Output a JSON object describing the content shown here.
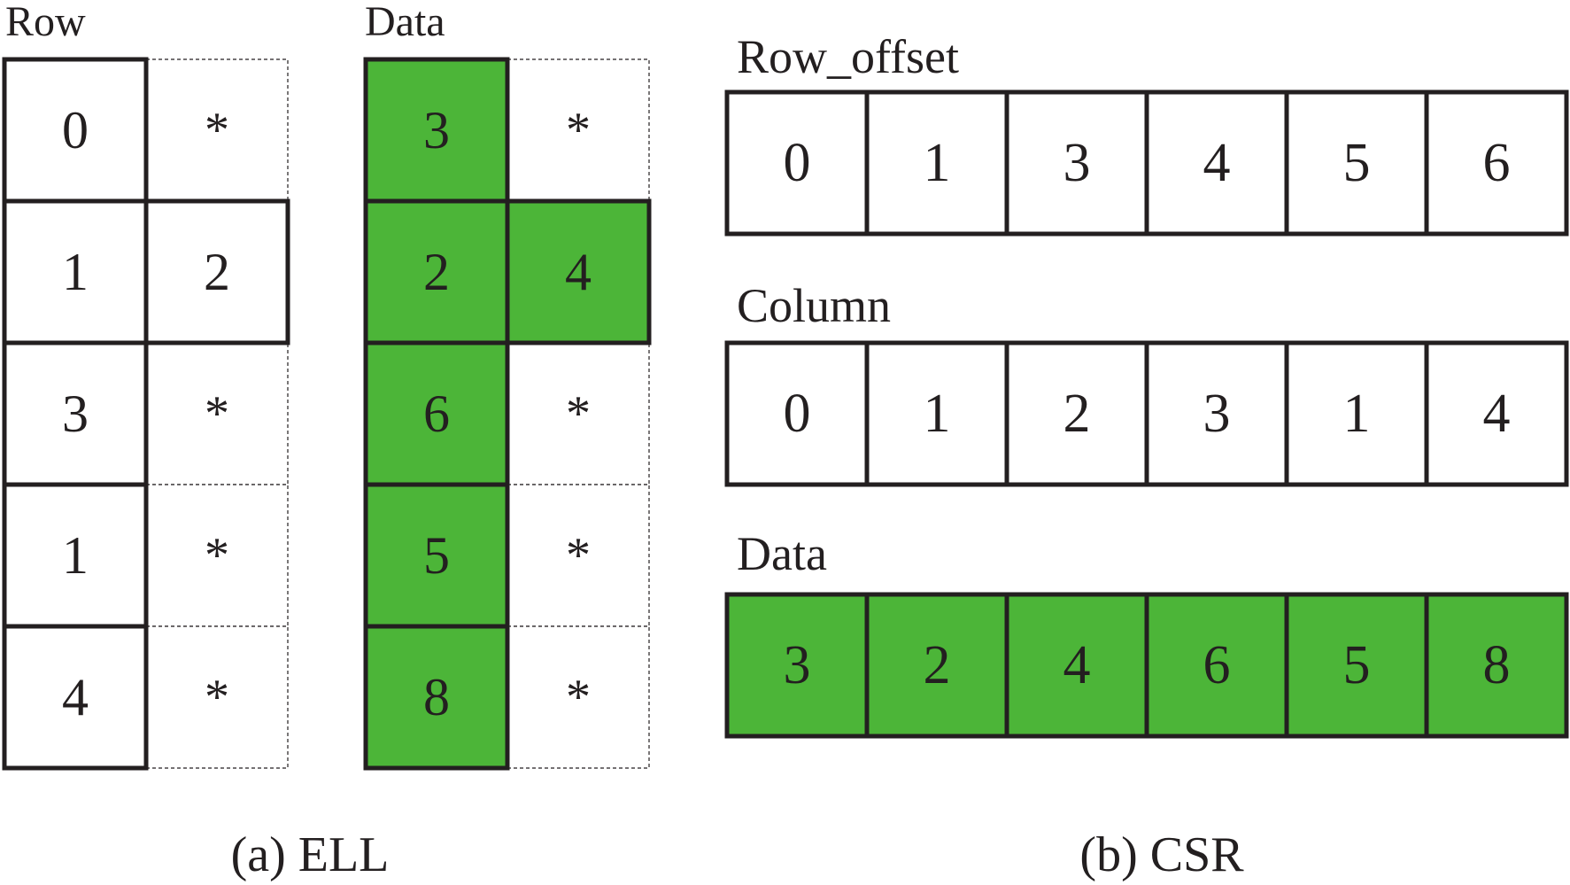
{
  "colors": {
    "fill_green": "#4cb538",
    "stroke_dark": "#231f20",
    "background": "#ffffff"
  },
  "ell": {
    "row_label": "Row",
    "data_label": "Data",
    "caption": "(a) ELL",
    "row": [
      [
        "0",
        "*"
      ],
      [
        "1",
        "2"
      ],
      [
        "3",
        "*"
      ],
      [
        "1",
        "*"
      ],
      [
        "4",
        "*"
      ]
    ],
    "data": [
      [
        "3",
        "*"
      ],
      [
        "2",
        "4"
      ],
      [
        "6",
        "*"
      ],
      [
        "5",
        "*"
      ],
      [
        "8",
        "*"
      ]
    ]
  },
  "csr": {
    "caption": "(b) CSR",
    "row_offset": {
      "label": "Row_offset",
      "values": [
        "0",
        "1",
        "3",
        "4",
        "5",
        "6"
      ]
    },
    "column": {
      "label": "Column",
      "values": [
        "0",
        "1",
        "2",
        "3",
        "1",
        "4"
      ]
    },
    "data": {
      "label": "Data",
      "values": [
        "3",
        "2",
        "4",
        "6",
        "5",
        "8"
      ]
    }
  }
}
